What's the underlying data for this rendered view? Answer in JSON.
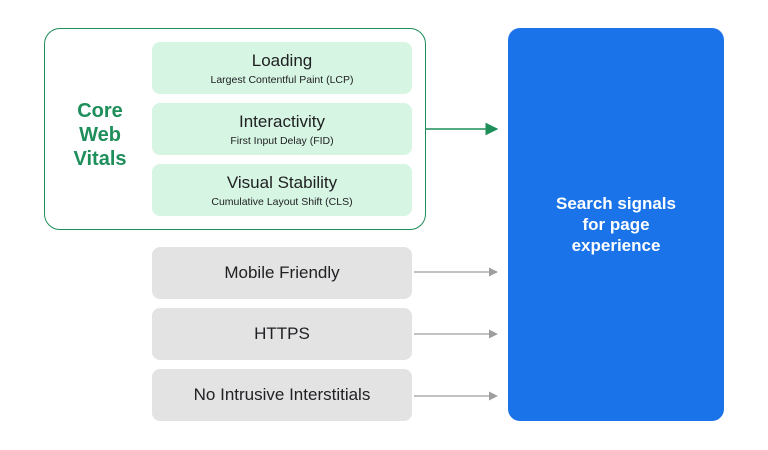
{
  "core_web_vitals": {
    "label_lines": [
      "Core",
      "Web",
      "Vitals"
    ],
    "metrics": [
      {
        "name": "Loading",
        "detail": "Largest Contentful Paint (LCP)"
      },
      {
        "name": "Interactivity",
        "detail": "First Input Delay (FID)"
      },
      {
        "name": "Visual Stability",
        "detail": "Cumulative Layout Shift (CLS)"
      }
    ]
  },
  "other_signals": [
    {
      "label": "Mobile Friendly"
    },
    {
      "label": "HTTPS"
    },
    {
      "label": "No Intrusive Interstitials"
    }
  ],
  "result": {
    "label": "Search signals\nfor page\nexperience"
  },
  "colors": {
    "core_vitals_green": "#1e8e5a",
    "metric_fill": "#d6f5e3",
    "signal_fill": "#e3e3e3",
    "result_blue": "#1a73e8",
    "arrow_gray": "#9e9e9e"
  }
}
